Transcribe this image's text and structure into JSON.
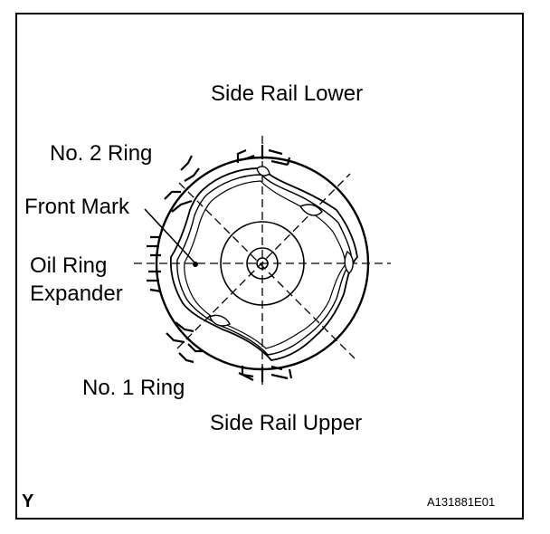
{
  "labels": {
    "side_rail_lower": "Side Rail Lower",
    "no2_ring": "No. 2 Ring",
    "front_mark": "Front Mark",
    "oil_ring_line1": "Oil Ring",
    "oil_ring_line2": "Expander",
    "no1_ring": "No. 1 Ring",
    "side_rail_upper": "Side Rail Upper"
  },
  "corner_letter": "Y",
  "figure_code": "A131881E01"
}
